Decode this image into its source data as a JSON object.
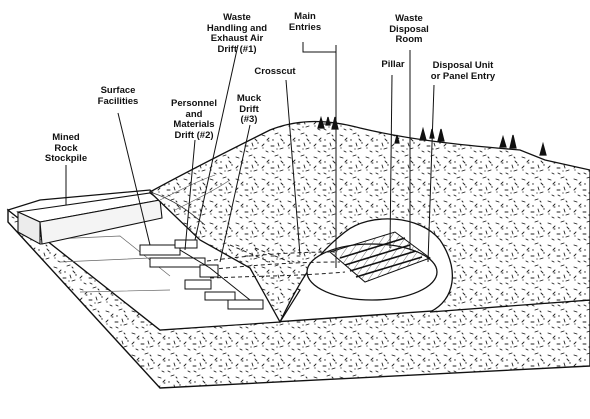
{
  "labels": {
    "waste_handling": "Waste\nHandling and\nExhaust Air\nDrift (#1)",
    "main_entries": "Main\nEntries",
    "waste_disposal_room": "Waste\nDisposal\nRoom",
    "pillar": "Pillar",
    "disposal_unit": "Disposal Unit\nor Panel Entry",
    "crosscut": "Crosscut",
    "surface_facilities": "Surface\nFacilities",
    "personnel_drift": "Personnel\nand\nMaterials\nDrift (#2)",
    "muck_drift": "Muck\nDrift\n(#3)",
    "mined_rock": "Mined\nRock\nStockpile"
  },
  "colors": {
    "ink": "#111111",
    "background": "#ffffff",
    "soil_face": "#f7f7f7",
    "ground_shade": "#ececec"
  }
}
